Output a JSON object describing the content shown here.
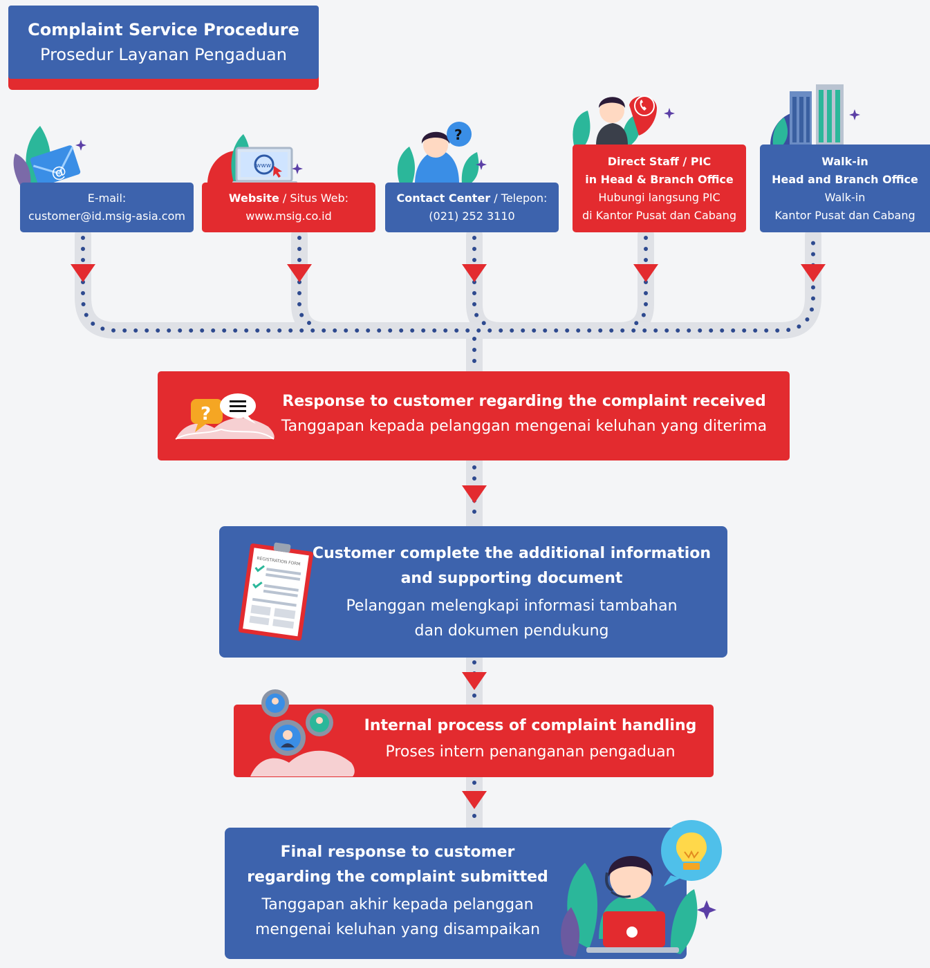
{
  "header": {
    "title": "Complaint Service Procedure",
    "subtitle": "Prosedur Layanan Pengaduan"
  },
  "channels": [
    {
      "bold": "",
      "prefix": "E-mail:",
      "line2": "customer@id.msig-asia.com",
      "color": "#3d63ad",
      "icon": "email-envelope-icon"
    },
    {
      "bold": "Website",
      "prefix": " / Situs Web:",
      "line2": "www.msig.co.id",
      "color": "#e32b2f",
      "icon": "website-monitor-icon"
    },
    {
      "bold": "Contact Center",
      "prefix": " / Telepon:",
      "line2": "(021) 252 3110",
      "color": "#3d63ad",
      "icon": "call-center-agent-icon"
    },
    {
      "bold1": "Direct Staff / PIC",
      "bold2": "in Head & Branch Office",
      "line3": "Hubungi langsung PIC",
      "line4": "di Kantor Pusat dan Cabang",
      "color": "#e32b2f",
      "icon": "staff-phone-icon"
    },
    {
      "bold1": "Walk-in",
      "bold2": "Head and Branch Office",
      "line3": "Walk-in",
      "line4": "Kantor Pusat dan Cabang",
      "color": "#3d63ad",
      "icon": "office-buildings-icon"
    }
  ],
  "stages": [
    {
      "title": "Response to customer regarding the complaint received",
      "subtitle": "Tanggapan kepada pelanggan mengenai keluhan yang diterima",
      "color": "#e32b2f",
      "icon": "chat-bubbles-icon"
    },
    {
      "title1": "Customer complete the additional information",
      "title2": "and supporting document",
      "sub1": "Pelanggan melengkapi informasi tambahan",
      "sub2": "dan dokumen pendukung",
      "color": "#3d63ad",
      "icon": "registration-form-icon",
      "form_label": "REGISTRATION FORM"
    },
    {
      "title": "Internal process of complaint handling",
      "subtitle": "Proses intern penanganan pengaduan",
      "color": "#e32b2f",
      "icon": "gears-people-icon"
    },
    {
      "title1": "Final response to customer",
      "title2": "regarding the  complaint submitted",
      "sub1": "Tanggapan akhir kepada pelanggan",
      "sub2": "mengenai keluhan yang disampaikan",
      "color": "#3d63ad",
      "icon": "agent-lightbulb-icon"
    }
  ],
  "colors": {
    "blue": "#3d63ad",
    "red": "#e32b2f",
    "track": "#dfe1e6",
    "dots": "#2e4a8f",
    "sparkle": "#5b3fa6",
    "leaf": "#2bb79a"
  }
}
